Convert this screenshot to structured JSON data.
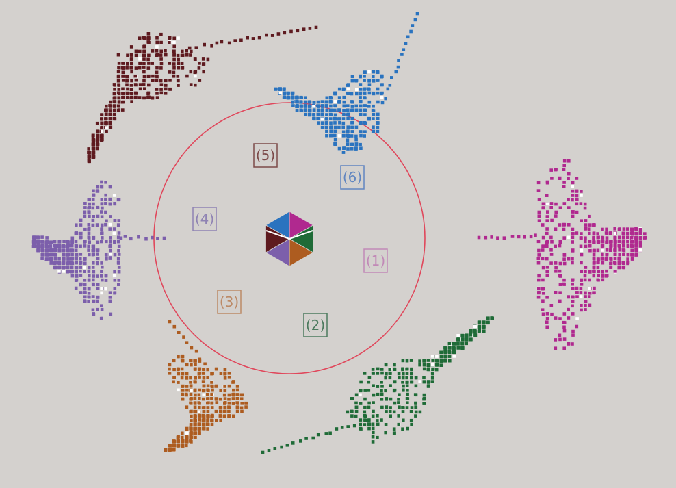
{
  "background": "#d4d1ce",
  "circle": {
    "stroke": "#e0475b"
  },
  "clusters": [
    {
      "id": "1",
      "label": "(1)",
      "color": "#b0298f",
      "label_color": "#c189b7",
      "count": 560
    },
    {
      "id": "2",
      "label": "(2)",
      "color": "#1f6b37",
      "label_color": "#4c7a5e",
      "count": 430
    },
    {
      "id": "3",
      "label": "(3)",
      "color": "#ad5c20",
      "label_color": "#bc8a67",
      "count": 520
    },
    {
      "id": "4",
      "label": "(4)",
      "color": "#7c5fab",
      "label_color": "#8f83b3",
      "count": 600
    },
    {
      "id": "5",
      "label": "(5)",
      "color": "#5e1a1f",
      "label_color": "#7c4a49",
      "count": 470
    },
    {
      "id": "6",
      "label": "(6)",
      "color": "#2a73bf",
      "label_color": "#6286c0",
      "count": 520
    }
  ],
  "center_icon": "hexagon-color-wheel-icon"
}
